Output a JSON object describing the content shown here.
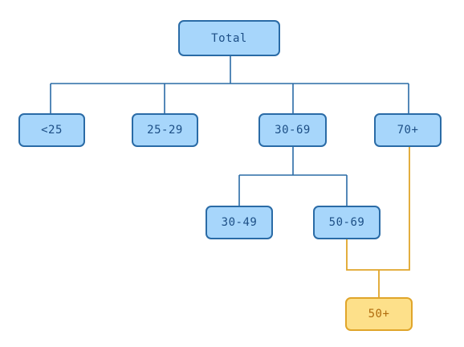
{
  "diagram": {
    "nodes": [
      {
        "id": "total",
        "label": "Total",
        "style": "blue"
      },
      {
        "id": "lt25",
        "label": "<25",
        "style": "blue"
      },
      {
        "id": "25-29",
        "label": "25-29",
        "style": "blue"
      },
      {
        "id": "30-69",
        "label": "30-69",
        "style": "blue"
      },
      {
        "id": "70plus",
        "label": "70+",
        "style": "blue"
      },
      {
        "id": "30-49",
        "label": "30-49",
        "style": "blue"
      },
      {
        "id": "50-69",
        "label": "50-69",
        "style": "blue"
      },
      {
        "id": "50plus",
        "label": "50+",
        "style": "yellow"
      }
    ],
    "edges": [
      {
        "from": "total",
        "to": "lt25",
        "color": "#2a6ba6"
      },
      {
        "from": "total",
        "to": "25-29",
        "color": "#2a6ba6"
      },
      {
        "from": "total",
        "to": "30-69",
        "color": "#2a6ba6"
      },
      {
        "from": "total",
        "to": "70plus",
        "color": "#2a6ba6"
      },
      {
        "from": "30-69",
        "to": "30-49",
        "color": "#2a6ba6"
      },
      {
        "from": "30-69",
        "to": "50-69",
        "color": "#2a6ba6"
      },
      {
        "from": "50-69",
        "to": "50plus",
        "color": "#e0a52a"
      },
      {
        "from": "70plus",
        "to": "50plus",
        "color": "#e0a52a"
      }
    ]
  },
  "colors": {
    "node_fill": "#a7d6fb",
    "node_border": "#2a6ba6",
    "node_text": "#1d4f86",
    "highlight_fill": "#fde08a",
    "highlight_border": "#e0a52a",
    "highlight_text": "#b06b0d"
  }
}
